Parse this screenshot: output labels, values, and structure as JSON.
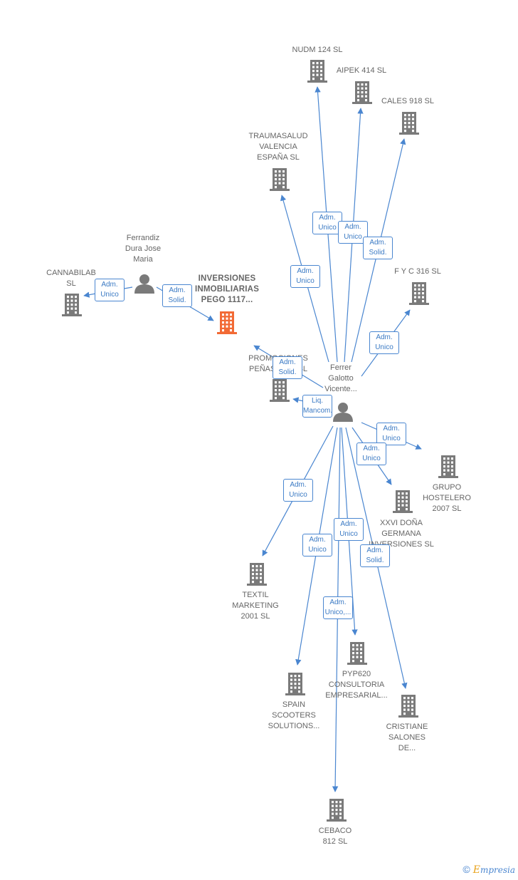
{
  "colors": {
    "edge": "#4a86d0",
    "building": "#7a7a7a",
    "focus_building": "#f26a35",
    "person": "#7a7a7a",
    "badge_text": "#3b7ac4"
  },
  "nodes": [
    {
      "id": "nudm",
      "type": "company",
      "label": "NUDM 124  SL"
    },
    {
      "id": "aipek",
      "type": "company",
      "label": "AIPEK 414  SL"
    },
    {
      "id": "cales",
      "type": "company",
      "label": "CALES 918  SL"
    },
    {
      "id": "traumasalud",
      "type": "company",
      "label": "TRAUMASALUD\nVALENCIA\nESPAÑA  SL"
    },
    {
      "id": "ferrandiz",
      "type": "person",
      "label": "Ferrandiz\nDura Jose\nMaria"
    },
    {
      "id": "cannabilab",
      "type": "company",
      "label": "CANNABILAB\nSL"
    },
    {
      "id": "inversiones",
      "type": "focus",
      "label": "INVERSIONES\nINMOBILIARIAS\nPEGO 1117..."
    },
    {
      "id": "fyc",
      "type": "company",
      "label": "F Y C 316  SL"
    },
    {
      "id": "promociones",
      "type": "company",
      "label": "PROMOCIONES\nPEÑASALAS  SL"
    },
    {
      "id": "ferrer",
      "type": "person",
      "label": "Ferrer\nGalotto\nVicente..."
    },
    {
      "id": "grupo",
      "type": "company",
      "label": "GRUPO\nHOSTELERO\n2007  SL"
    },
    {
      "id": "xxvi",
      "type": "company",
      "label": "XXVI DOÑA\nGERMANA\nINVERSIONES SL"
    },
    {
      "id": "textil",
      "type": "company",
      "label": "TEXTIL\nMARKETING\n2001  SL"
    },
    {
      "id": "pyp620",
      "type": "company",
      "label": "PYP620\nCONSULTORIA\nEMPRESARIAL..."
    },
    {
      "id": "spain",
      "type": "company",
      "label": "SPAIN\nSCOOTERS\nSOLUTIONS..."
    },
    {
      "id": "cristiane",
      "type": "company",
      "label": "CRISTIANE\nSALONES\nDE..."
    },
    {
      "id": "cebaco",
      "type": "company",
      "label": "CEBACO\n812 SL"
    }
  ],
  "edges": [
    {
      "from": "ferrer",
      "to": "nudm",
      "label": "Adm.\nUnico"
    },
    {
      "from": "ferrer",
      "to": "aipek",
      "label": "Adm.\nUnico"
    },
    {
      "from": "ferrer",
      "to": "cales",
      "label": "Adm.\nSolid."
    },
    {
      "from": "ferrer",
      "to": "traumasalud",
      "label": "Adm.\nUnico"
    },
    {
      "from": "ferrer",
      "to": "fyc",
      "label": "Adm.\nUnico"
    },
    {
      "from": "ferrer",
      "to": "inversiones",
      "label": "Adm.\nSolid."
    },
    {
      "from": "ferrer",
      "to": "promociones",
      "label": "Liq.\nMancom."
    },
    {
      "from": "ferrer",
      "to": "grupo",
      "label": "Adm.\nUnico"
    },
    {
      "from": "ferrer",
      "to": "xxvi",
      "label": "Adm.\nUnico"
    },
    {
      "from": "ferrer",
      "to": "textil",
      "label": "Adm.\nUnico"
    },
    {
      "from": "ferrer",
      "to": "spain",
      "label": "Adm.\nUnico"
    },
    {
      "from": "ferrer",
      "to": "pyp620",
      "label": "Adm.\nUnico"
    },
    {
      "from": "ferrer",
      "to": "cristiane",
      "label": "Adm.\nSolid."
    },
    {
      "from": "ferrer",
      "to": "cebaco",
      "label": "Adm.\nUnico,..."
    },
    {
      "from": "ferrandiz",
      "to": "cannabilab",
      "label": "Adm.\nUnico"
    },
    {
      "from": "ferrandiz",
      "to": "inversiones",
      "label": "Adm.\nSolid."
    }
  ],
  "footer": {
    "copyright": "©",
    "brand_initial": "E",
    "brand_rest": "mpresia"
  }
}
